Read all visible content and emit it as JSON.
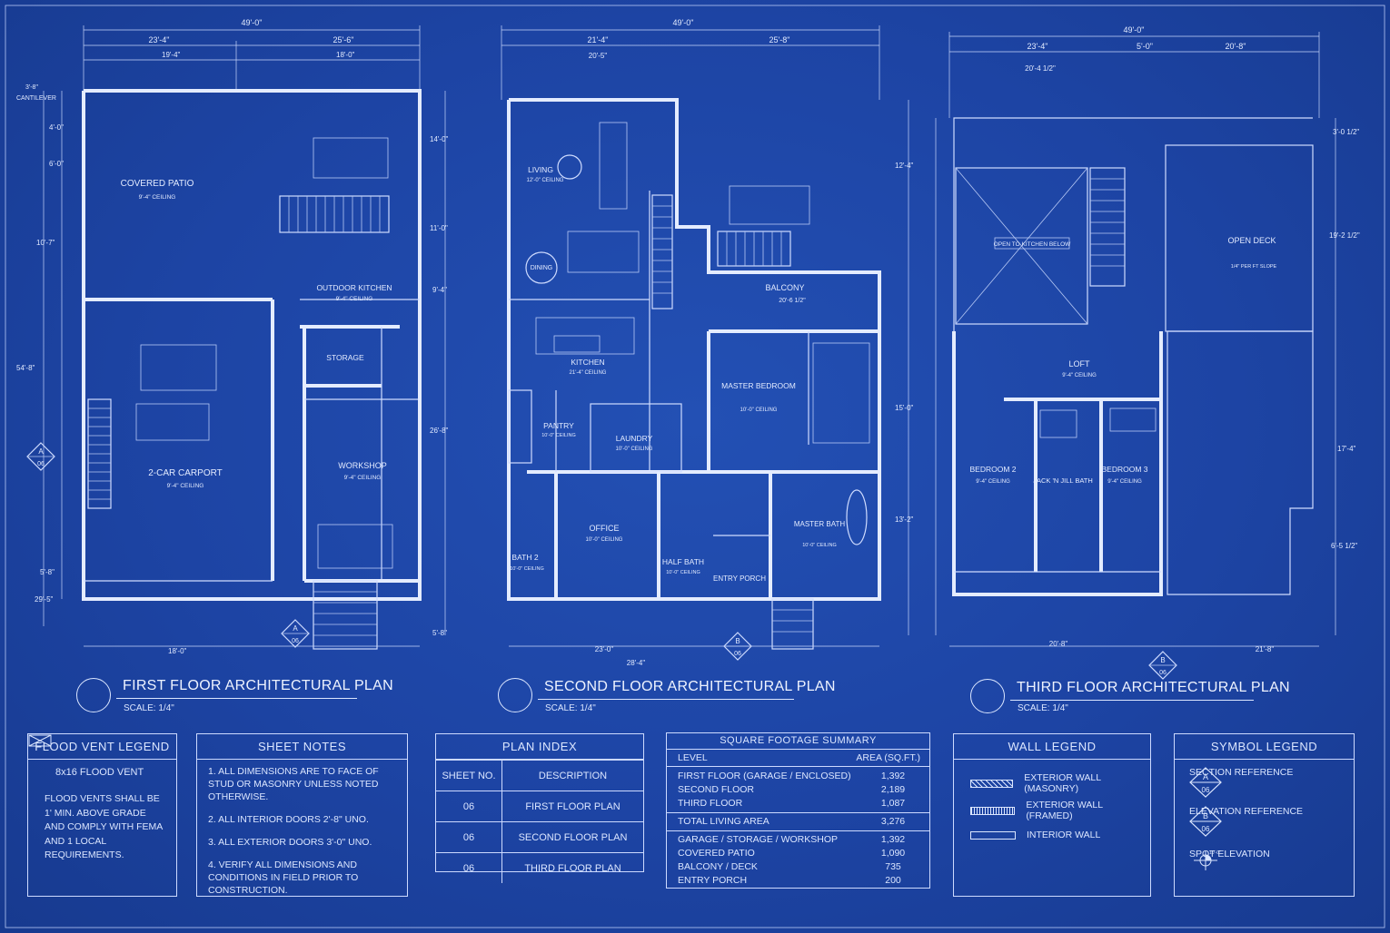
{
  "plans": [
    {
      "title": "FIRST FLOOR ARCHITECTURAL PLAN",
      "scale": "SCALE: 1/4\"",
      "overall": "49'-0\"",
      "left_dims": [
        "4'-0\"",
        "6'-0\"",
        "10'-7\"",
        "54'-8\"",
        "5'-8\"",
        "29'-5\""
      ],
      "rooms": [
        {
          "name": "COVERED PATIO",
          "sub": "9'-4\" CEILING"
        },
        {
          "name": "OUTDOOR KITCHEN",
          "sub": "9'-4\" CEILING"
        },
        {
          "name": "STORAGE",
          "sub": ""
        },
        {
          "name": "2-CAR CARPORT",
          "sub": "9'-4\" CEILING"
        },
        {
          "name": "WORKSHOP",
          "sub": "9'-4\" CEILING"
        }
      ],
      "ref": {
        "letter": "A",
        "sheet": "06"
      }
    },
    {
      "title": "SECOND FLOOR ARCHITECTURAL PLAN",
      "scale": "SCALE: 1/4\"",
      "overall": "49'-0\"",
      "rooms": [
        {
          "name": "LIVING",
          "sub": "12'-0\" CEILING"
        },
        {
          "name": "DINING",
          "sub": ""
        },
        {
          "name": "BALCONY",
          "sub": "20'-6 1/2\""
        },
        {
          "name": "KITCHEN",
          "sub": "21'-4\" CEILING"
        },
        {
          "name": "MASTER BEDROOM",
          "sub": "10'-0\" CEILING"
        },
        {
          "name": "PANTRY",
          "sub": "10'-0\" CEILING"
        },
        {
          "name": "LAUNDRY",
          "sub": "10'-0\" CEILING"
        },
        {
          "name": "OFFICE",
          "sub": "10'-0\" CEILING"
        },
        {
          "name": "BATH 2",
          "sub": "10'-0\" CEILING"
        },
        {
          "name": "HALF BATH",
          "sub": "10'-0\" CEILING"
        },
        {
          "name": "ENTRY PORCH",
          "sub": ""
        },
        {
          "name": "MASTER BATH",
          "sub": "10'-0\" CEILING"
        }
      ],
      "ref": {
        "letter": "B",
        "sheet": "06"
      }
    },
    {
      "title": "THIRD FLOOR ARCHITECTURAL PLAN",
      "scale": "SCALE: 1/4\"",
      "overall": "49'-0\"",
      "rooms": [
        {
          "name": "OPEN TO KITCHEN BELOW",
          "sub": ""
        },
        {
          "name": "OPEN DECK",
          "sub": "1/4\" PER FT SLOPE"
        },
        {
          "name": "LOFT",
          "sub": "9'-4\" CEILING"
        },
        {
          "name": "BEDROOM 2",
          "sub": "9'-4\" CEILING"
        },
        {
          "name": "JACK 'N JILL BATH",
          "sub": ""
        },
        {
          "name": "BEDROOM 3",
          "sub": "9'-4\" CEILING"
        }
      ],
      "ref": {
        "letter": "B",
        "sheet": "06"
      }
    }
  ],
  "flood_vent_legend": {
    "title": "FLOOD VENT LEGEND",
    "item": "8x16 FLOOD VENT",
    "note": "FLOOD VENTS SHALL BE 1' MIN. ABOVE GRADE AND COMPLY WITH FEMA AND 1 LOCAL REQUIREMENTS."
  },
  "sheet_notes": {
    "title": "SHEET NOTES",
    "notes": [
      "1. ALL DIMENSIONS ARE TO FACE OF STUD OR MASONRY UNLESS NOTED OTHERWISE.",
      "2. ALL INTERIOR DOORS 2'-8\" UNO.",
      "3. ALL EXTERIOR DOORS 3'-0\" UNO.",
      "4. VERIFY ALL DIMENSIONS AND CONDITIONS IN FIELD PRIOR TO CONSTRUCTION."
    ]
  },
  "plan_index": {
    "title": "PLAN INDEX",
    "col1": "SHEET NO.",
    "col2": "DESCRIPTION",
    "rows": [
      [
        "06",
        "FIRST FLOOR PLAN"
      ],
      [
        "06",
        "SECOND FLOOR PLAN"
      ],
      [
        "06",
        "THIRD FLOOR PLAN"
      ]
    ]
  },
  "square_footage": {
    "title": "SQUARE FOOTAGE SUMMARY",
    "col1": "LEVEL",
    "col2": "AREA (SQ.FT.)",
    "living": [
      [
        "FIRST FLOOR (GARAGE / ENCLOSED)",
        "1,392"
      ],
      [
        "SECOND FLOOR",
        "2,189"
      ],
      [
        "THIRD FLOOR",
        "1,087"
      ]
    ],
    "total": [
      "TOTAL LIVING AREA",
      "3,276"
    ],
    "other": [
      [
        "GARAGE / STORAGE / WORKSHOP",
        "1,392"
      ],
      [
        "COVERED PATIO",
        "1,090"
      ],
      [
        "BALCONY / DECK",
        "735"
      ],
      [
        "ENTRY PORCH",
        "200"
      ]
    ]
  },
  "wall_legend": {
    "title": "WALL LEGEND",
    "items": [
      "EXTERIOR WALL (MASONRY)",
      "EXTERIOR WALL (FRAMED)",
      "INTERIOR WALL"
    ]
  },
  "symbol_legend": {
    "title": "SYMBOL LEGEND",
    "items": [
      {
        "letter": "A",
        "sheet": "06",
        "label": "SECTION REFERENCE"
      },
      {
        "letter": "B",
        "sheet": "06",
        "label": "ELEVATION REFERENCE"
      },
      {
        "letter": "",
        "sheet": "",
        "label": "SPOT ELEVATION",
        "mark": "10'-0\""
      }
    ]
  }
}
